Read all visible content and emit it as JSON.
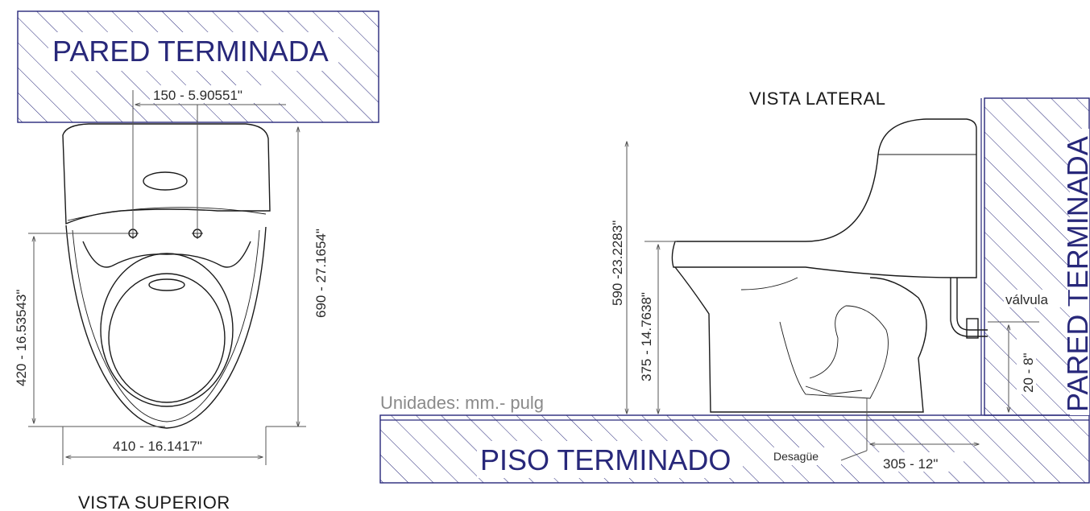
{
  "top_view": {
    "title": "VISTA SUPERIOR",
    "wall_label": "PARED TERMINADA",
    "dim_width_150": "150 - 5.90551\"",
    "dim_depth_690": "690 - 27.1654\"",
    "dim_depth_420": "420 - 16.53543\"",
    "dim_width_410": "410 - 16.1417\""
  },
  "side_view": {
    "title": "VISTA LATERAL",
    "wall_label": "PARED TERMINADA",
    "floor_label": "PISO TERMINADO",
    "units_note": "Unidades: mm.- pulg",
    "dim_height_590": "590 -23.2283\"",
    "dim_height_375": "375 - 14.7638\"",
    "valve_label": "válvula",
    "dim_valve_height": "20 - 8\"",
    "drain_label": "Desagüe",
    "dim_drain_305": "305 - 12\""
  },
  "colors": {
    "label_blue": "#28287a",
    "line": "#1a1a1a",
    "units_gray": "#8a8a8a"
  }
}
